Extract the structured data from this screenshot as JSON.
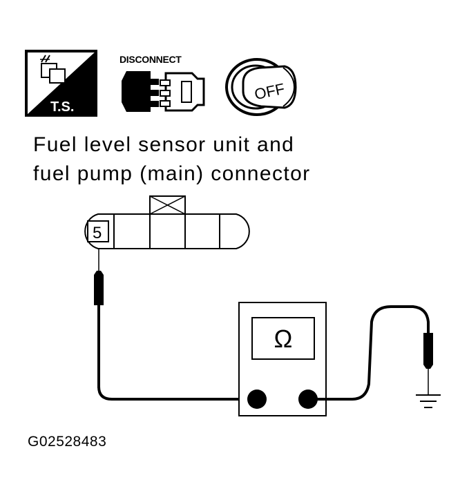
{
  "icons": {
    "ts_label": "T.S.",
    "disconnect_label": "DISCONNECT",
    "off_label": "OFF"
  },
  "title": {
    "line1": "Fuel level sensor unit and",
    "line2": "fuel pump (main) connector"
  },
  "connector": {
    "terminal_label": "5"
  },
  "meter": {
    "display_symbol": "Ω"
  },
  "figure_id": "G02528483"
}
